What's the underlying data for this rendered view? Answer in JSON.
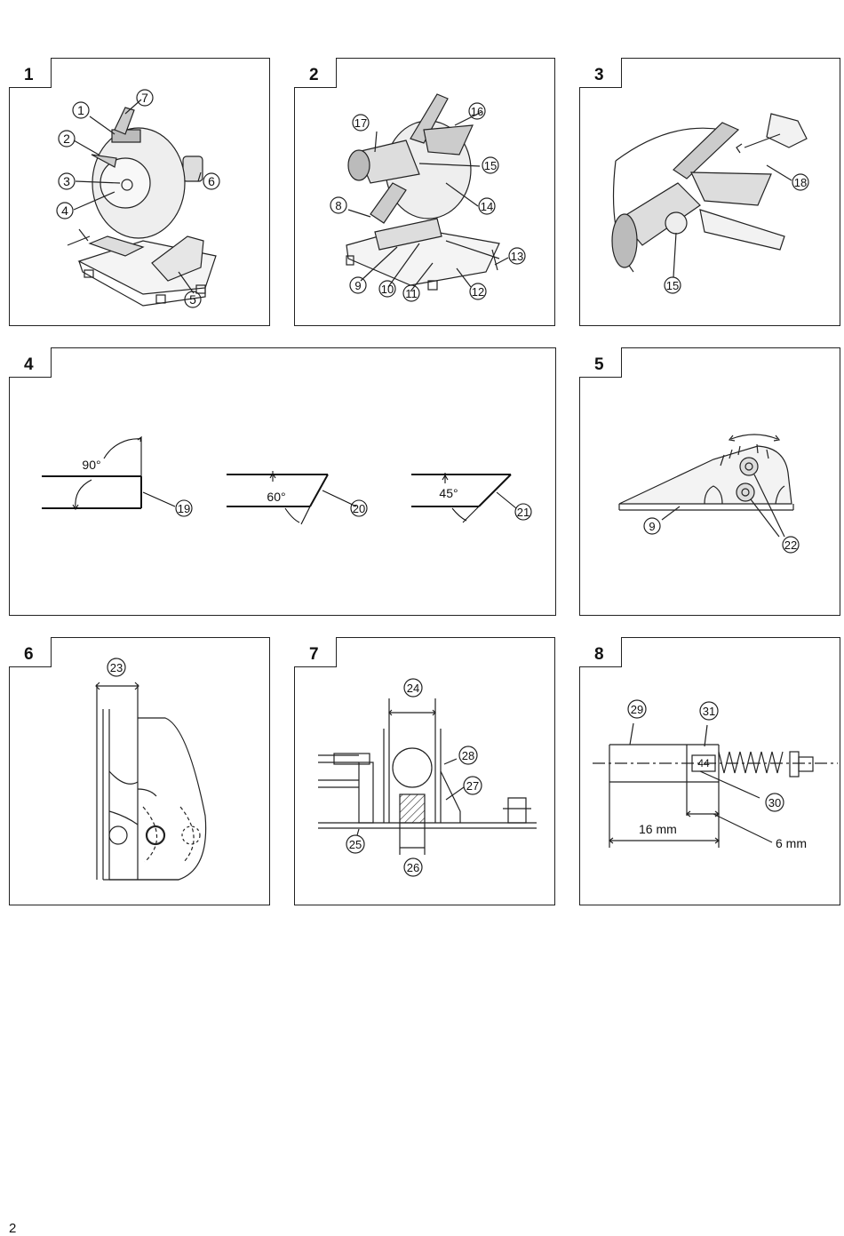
{
  "page_number": "2",
  "panels": [
    {
      "number": "1",
      "callouts": [
        "1",
        "2",
        "3",
        "4",
        "5",
        "6",
        "7"
      ]
    },
    {
      "number": "2",
      "callouts": [
        "8",
        "9",
        "10",
        "11",
        "12",
        "13",
        "14",
        "15",
        "16",
        "17"
      ]
    },
    {
      "number": "3",
      "callouts": [
        "15",
        "18"
      ]
    },
    {
      "number": "4",
      "callouts": [
        "19",
        "20",
        "21"
      ],
      "angles": [
        "90°",
        "60°",
        "45°"
      ]
    },
    {
      "number": "5",
      "callouts": [
        "9",
        "22"
      ]
    },
    {
      "number": "6",
      "callouts": [
        "23"
      ]
    },
    {
      "number": "7",
      "callouts": [
        "24",
        "25",
        "26",
        "27",
        "28"
      ]
    },
    {
      "number": "8",
      "callouts": [
        "29",
        "30",
        "31"
      ],
      "dimensions": [
        "16 mm",
        "6 mm"
      ],
      "marking": "44"
    }
  ]
}
